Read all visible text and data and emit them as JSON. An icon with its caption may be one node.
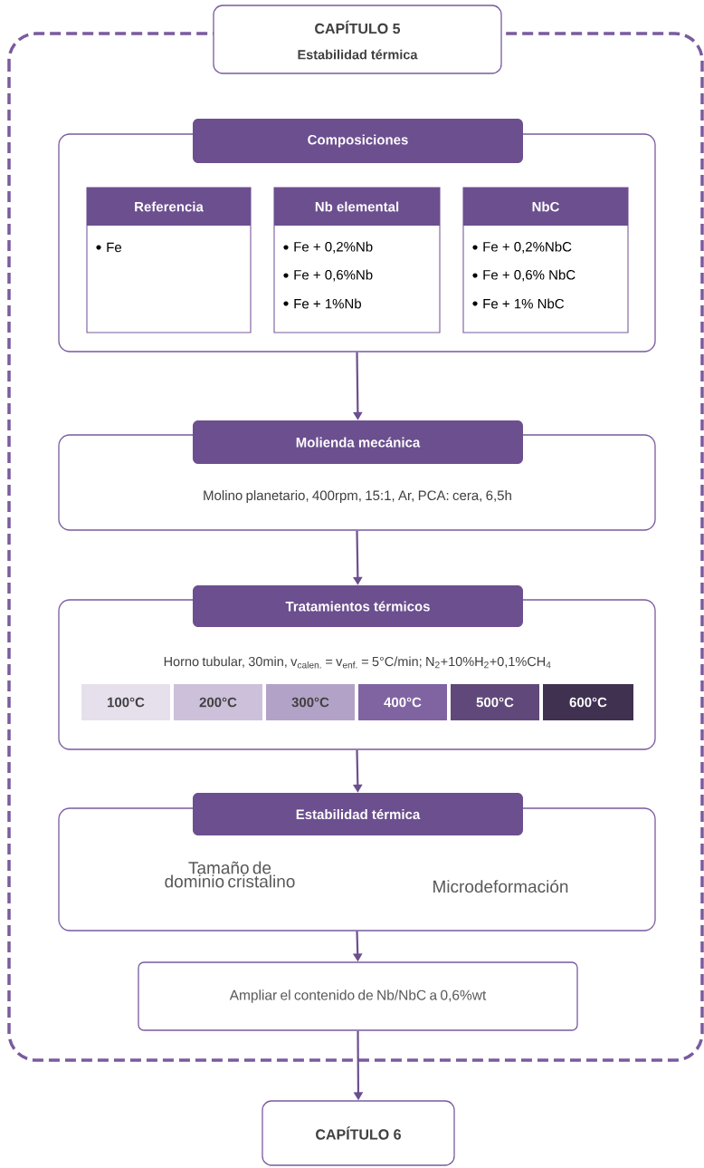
{
  "diagram": {
    "nodes": [
      {
        "text": [
          "CAPÍTULO 5",
          "Estabilidad térmica"
        ]
      },
      {
        "text": [
          "Composiciones"
        ]
      },
      {
        "text": [
          "Referencia",
          "Fe"
        ],
        "in": 1
      },
      {
        "text": [
          "Nb elemental",
          "Fe + 0,2%Nb",
          "Fe + 0,6%Nb",
          "Fe + 1%Nb"
        ],
        "in": 1
      },
      {
        "text": [
          "NbC",
          "Fe + 0,2%NbC",
          "Fe + 0,6% NbC",
          "Fe + 1% NbC"
        ],
        "in": 1
      },
      {
        "text": [
          "Molienda mecánica",
          "Molino planetario, 400rpm, 15:1, Ar, PCA: cera, 6,5h"
        ]
      },
      {
        "text": [
          "Tratamientos térmicos",
          "Horno tubular, 30min, v$_{calen.}$ = v$_{enf.}$ = 5°C/min; N$_{2}$+10%H$_{2}$+0,1%CH$_{4}$"
        ]
      },
      {
        "text": [
          "100°C"
        ],
        "in": 6
      },
      {
        "text": [
          "200°C"
        ],
        "in": 6
      },
      {
        "text": [
          "300°C"
        ],
        "in": 6
      },
      {
        "text": [
          "400°C"
        ],
        "in": 6
      },
      {
        "text": [
          "500°C"
        ],
        "in": 6
      },
      {
        "text": [
          "600°C"
        ],
        "in": 6
      },
      {
        "text": [
          "Estabilidad térmica",
          "Tamaño de dominio cristalino",
          "Microdeformación"
        ]
      },
      {
        "text": [
          "Ampliar el contenido de Nb/NbC a 0,6%wt"
        ]
      },
      {
        "text": [
          "CAPÍTULO 6"
        ]
      }
    ],
    "edges": [
      {
        "from": 1,
        "to": 5,
        "arrow": "to"
      },
      {
        "from": 5,
        "to": 6,
        "arrow": "to"
      },
      {
        "from": 6,
        "to": 13,
        "arrow": "to"
      },
      {
        "from": 13,
        "to": 14,
        "arrow": "to"
      },
      {
        "from": 14,
        "to": 15,
        "arrow": "to"
      }
    ]
  }
}
